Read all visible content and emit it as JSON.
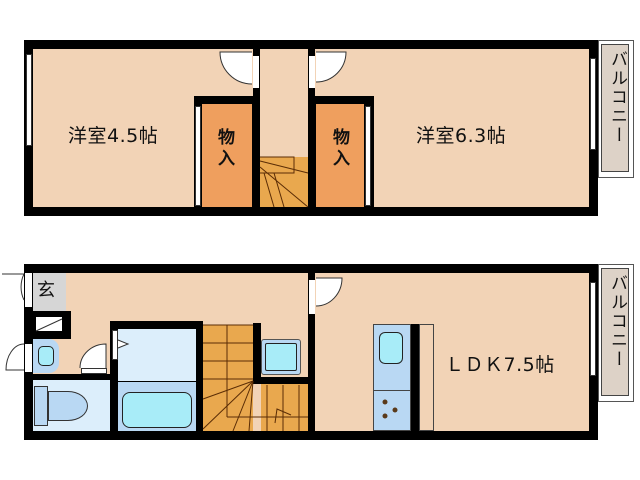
{
  "floor_plan": {
    "upper_floor": {
      "rooms": [
        {
          "name": "western-room-1",
          "label": "洋室4.5帖"
        },
        {
          "name": "closet-1",
          "label": "物入"
        },
        {
          "name": "closet-2",
          "label": "物入"
        },
        {
          "name": "western-room-2",
          "label": "洋室6.3帖"
        }
      ],
      "balcony_label": "バルコニー"
    },
    "lower_floor": {
      "rooms": [
        {
          "name": "entrance",
          "label": "玄"
        },
        {
          "name": "ldk",
          "label": "ＬＤＫ7.5帖"
        }
      ],
      "balcony_label": "バルコニー"
    },
    "colors": {
      "floor": "#f2d3b6",
      "closet": "#ef9f5e",
      "stairs": "#e9a84e",
      "wet_area": "#dceefb",
      "wall": "#000000",
      "balcony": "#ddd2c7"
    }
  }
}
